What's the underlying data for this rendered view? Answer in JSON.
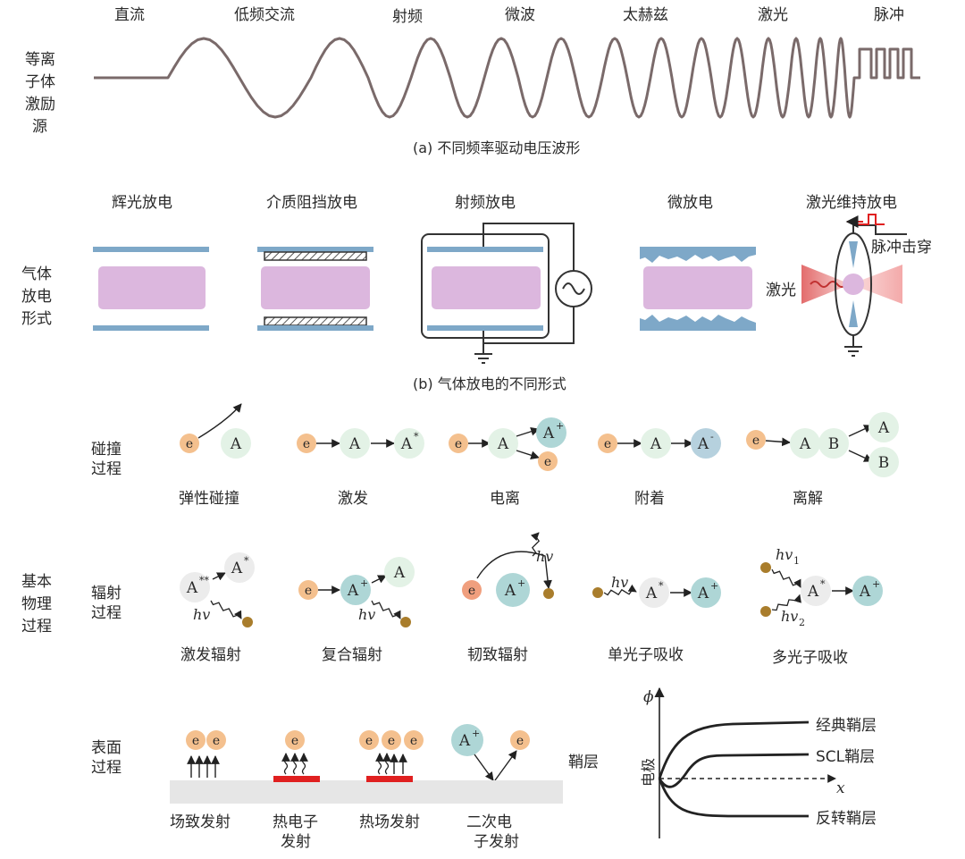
{
  "colors": {
    "electron": "#f4c08e",
    "neutral": "#e3f2e6",
    "ion": "#aed6d6",
    "negion": "#b6d1de",
    "excited": "#ececec",
    "photon": "#a97d2c",
    "plasma": "#dcb7de",
    "electrode": "#7ea8c8",
    "hot_plate": "#e02020",
    "surface": "#e6e6e6",
    "laser": "#e05c5c",
    "wave": "#7a6a6a"
  },
  "part_a": {
    "row_label": [
      "等离",
      "子体",
      "激励",
      "源"
    ],
    "bands": [
      "直流",
      "低频交流",
      "射频",
      "微波",
      "太赫兹",
      "激光",
      "脉冲"
    ],
    "caption": "(a) 不同频率驱动电压波形"
  },
  "part_b": {
    "row_label": [
      "气体",
      "放电",
      "形式"
    ],
    "titles": [
      "辉光放电",
      "介质阻挡放电",
      "射频放电",
      "微放电",
      "激光维持放电"
    ],
    "pulse_label": "脉冲击穿",
    "laser_label": "激光",
    "caption": "(b) 气体放电的不同形式"
  },
  "basic": {
    "label": [
      "基本",
      "物理",
      "过程"
    ],
    "collision": {
      "label": [
        "碰撞",
        "过程"
      ],
      "items": [
        "弹性碰撞",
        "激发",
        "电离",
        "附着",
        "离解"
      ]
    },
    "radiation": {
      "label": [
        "辐射",
        "过程"
      ],
      "items": [
        "激发辐射",
        "复合辐射",
        "韧致辐射",
        "单光子吸收",
        "多光子吸收"
      ]
    },
    "surface": {
      "label": [
        "表面",
        "过程"
      ],
      "items": [
        "场致发射",
        "热电子\n发射",
        "热场发射",
        "二次电\n子发射"
      ]
    }
  },
  "particles": {
    "e": "e",
    "A": "A",
    "B": "B",
    "A_star": "A",
    "star": "*",
    "dstar": "**",
    "plus": "+",
    "minus": "-",
    "hv": "hv",
    "sub1": "1",
    "sub2": "2"
  },
  "sheath": {
    "label": "鞘层",
    "y_axis": "ϕ",
    "x_axis": "x",
    "electrode": "电极",
    "curves": [
      "经典鞘层",
      "SCL鞘层",
      "反转鞘层"
    ]
  }
}
